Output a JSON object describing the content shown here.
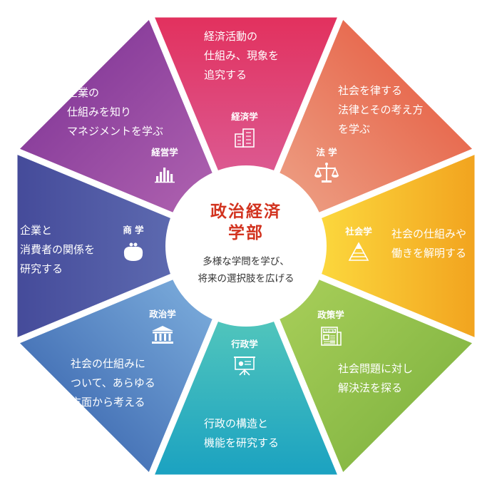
{
  "center": {
    "title_line1": "政治経済",
    "title_line2": "学部",
    "sub_line1": "多様な学問を学び、",
    "sub_line2": "将来の選択肢を広げる"
  },
  "segments": [
    {
      "key": "keizai",
      "name": "経済学",
      "icon": "building-icon",
      "color_from": "#d9548a",
      "color_to": "#e2305f",
      "lines": [
        "経済活動の",
        "仕組み、現象を",
        "追究する"
      ]
    },
    {
      "key": "ho",
      "name": "法 学",
      "icon": "scales-icon",
      "color_from": "#e98f73",
      "color_to": "#e5543b",
      "lines": [
        "社会を律する",
        "法律とその考え方",
        "を学ぶ"
      ]
    },
    {
      "key": "shakai",
      "name": "社会学",
      "icon": "pyramid-icon",
      "color_from": "#fbd13a",
      "color_to": "#f2a51f",
      "lines": [
        "社会の仕組みや",
        "働きを解明する"
      ]
    },
    {
      "key": "seisaku",
      "name": "政策学",
      "icon": "newspaper-icon",
      "color_from": "#a4cd56",
      "color_to": "#7eb33e",
      "lines": [
        "社会問題に対し",
        "解決法を探る"
      ]
    },
    {
      "key": "gyosei",
      "name": "行政学",
      "icon": "presentation-icon",
      "color_from": "#4cc3c0",
      "color_to": "#20a3be",
      "lines": [
        "行政の構造と",
        "機能を研究する"
      ]
    },
    {
      "key": "seiji",
      "name": "政治学",
      "icon": "government-building-icon",
      "color_from": "#72a8dc",
      "color_to": "#3561ac",
      "lines": [
        "社会の仕組みに",
        "ついて、あらゆる",
        "方面から考える"
      ]
    },
    {
      "key": "sho",
      "name": "商 学",
      "icon": "purse-icon",
      "color_from": "#5462ac",
      "color_to": "#4a4d9e",
      "lines": [
        "企業と",
        "消費者の関係を",
        "研究する"
      ]
    },
    {
      "key": "keiei",
      "name": "経営学",
      "icon": "bar-chart-icon",
      "color_from": "#a55cae",
      "color_to": "#7b3294",
      "lines": [
        "企業の",
        "仕組みを知り",
        "マネジメントを学ぶ"
      ]
    }
  ]
}
